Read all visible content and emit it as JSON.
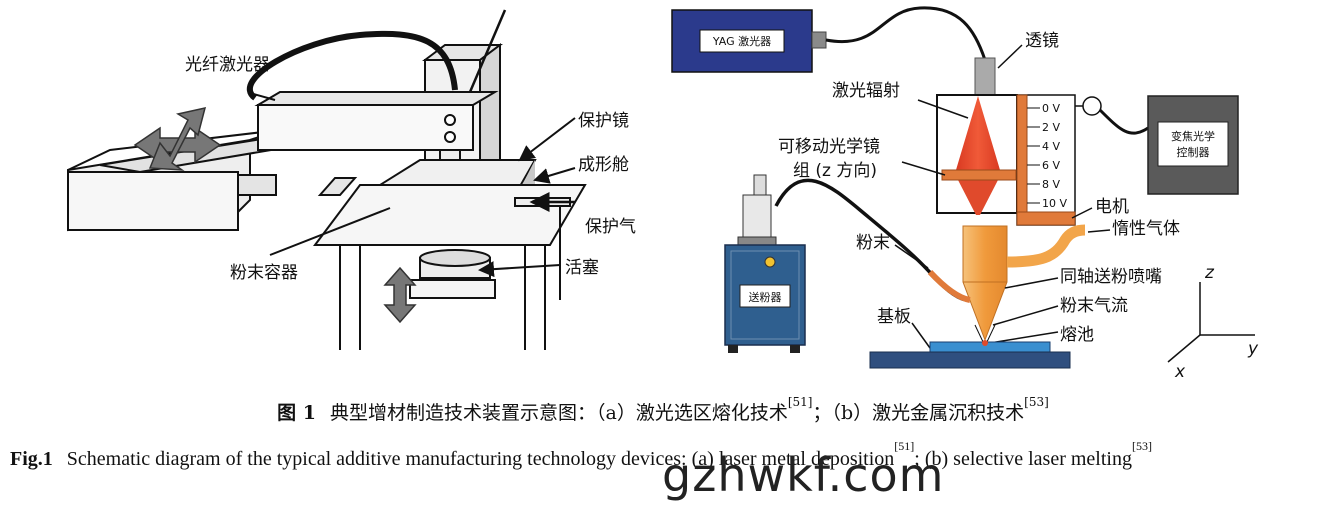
{
  "left_labels": {
    "fiber_laser": "光纤激光器",
    "protective_mirror": "保护镜",
    "build_chamber": "成形舱",
    "shielding_gas": "保护气",
    "powder_container": "粉末容器",
    "piston": "活塞"
  },
  "right_labels": {
    "yag_laser": "YAG 激光器",
    "lens": "透镜",
    "laser_radiation": "激光辐射",
    "movable_optics_1": "可移动光学镜",
    "movable_optics_2": "组 (z 方向)",
    "zoom_controller_1": "变焦光学",
    "zoom_controller_2": "控制器",
    "motor": "电机",
    "inert_gas": "惰性气体",
    "powder": "粉末",
    "powder_feeder": "送粉器",
    "coaxial_nozzle": "同轴送粉喷嘴",
    "powder_stream": "粉末气流",
    "substrate": "基板",
    "melt_pool": "熔池",
    "scale": [
      "0 V",
      "2 V",
      "4 V",
      "6 V",
      "8 V",
      "10 V"
    ],
    "axes": {
      "z": "z",
      "y": "y",
      "x": "x"
    }
  },
  "caption_cn": {
    "label": "图 1",
    "text_a": "典型增材制造技术装置示意图：（a）激光选区熔化技术",
    "ref_a": "[51]",
    "text_b": "；（b）激光金属沉积技术",
    "ref_b": "[53]"
  },
  "caption_en": {
    "label": "Fig.1",
    "text_a": "Schematic diagram of the typical additive manufacturing technology devices: (a) laser metal deposition",
    "ref_a": "[51]",
    "text_b": "; (b) selective laser melting",
    "ref_b": "[53]"
  },
  "watermark": "gzhwkf.com",
  "colors": {
    "laser_red": "#e8452b",
    "nozzle_orange": "#f2a54a",
    "yag_blue": "#2b3a8c",
    "controller_gray": "#5a5a5a",
    "feeder_blue": "#2f5f8f",
    "substrate_blue": "#2f4f7f"
  }
}
